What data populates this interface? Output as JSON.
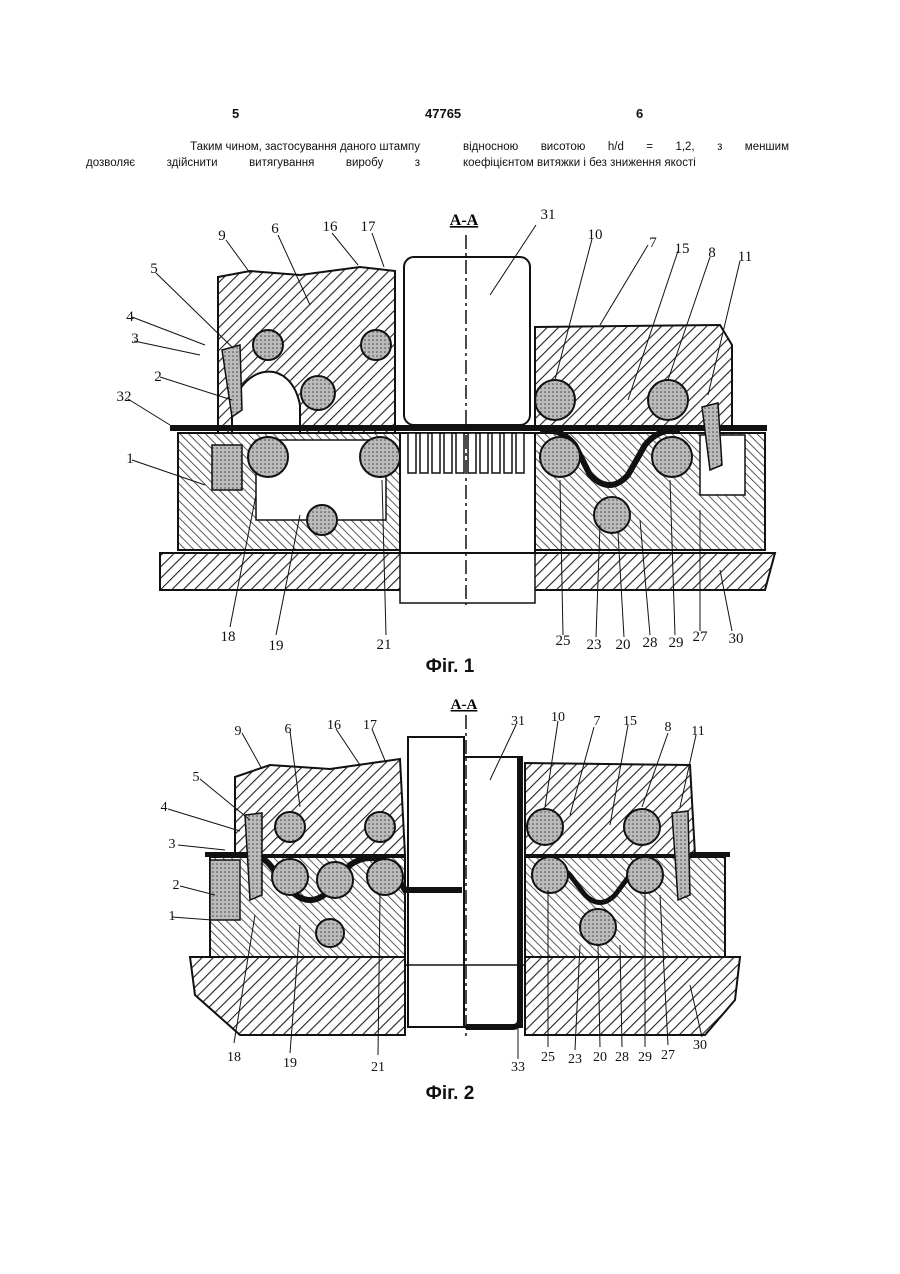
{
  "header": {
    "page_left": "5",
    "patent_number": "47765",
    "page_right": "6"
  },
  "text": {
    "left_line1": "Таким чином, застосування даного штампу",
    "left_line2": "дозволяє здійснити витягування виробу з",
    "right_line1": "відносною висотою h/d = 1,2, з меншим",
    "right_line2": "коефіцієнтом витяжки і без зниження якості"
  },
  "figures": [
    {
      "caption": "Фіг. 1",
      "section_label": "A-A",
      "labels": [
        "1",
        "2",
        "3",
        "4",
        "5",
        "6",
        "7",
        "8",
        "9",
        "10",
        "11",
        "15",
        "16",
        "17",
        "18",
        "19",
        "20",
        "21",
        "23",
        "25",
        "27",
        "28",
        "29",
        "30",
        "31",
        "32"
      ]
    },
    {
      "caption": "Фіг. 2",
      "section_label": "A-A",
      "labels": [
        "1",
        "2",
        "3",
        "4",
        "5",
        "6",
        "7",
        "8",
        "9",
        "10",
        "11",
        "15",
        "16",
        "17",
        "18",
        "19",
        "20",
        "21",
        "23",
        "25",
        "27",
        "28",
        "29",
        "30",
        "31",
        "33"
      ]
    }
  ]
}
